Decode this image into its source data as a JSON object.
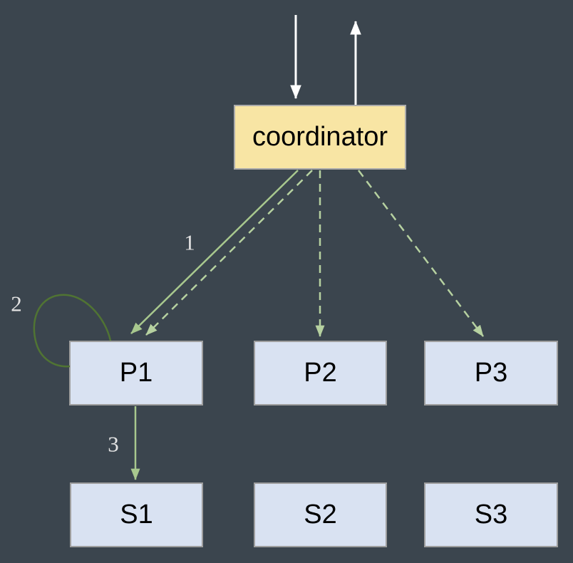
{
  "diagram": {
    "background_color": "#3B454E",
    "coordinator": {
      "label": "coordinator",
      "fill": "#F8E5A4",
      "border": "#ABABAB"
    },
    "process_nodes": [
      {
        "label": "P1"
      },
      {
        "label": "P2"
      },
      {
        "label": "P3"
      }
    ],
    "storage_nodes": [
      {
        "label": "S1"
      },
      {
        "label": "S2"
      },
      {
        "label": "S3"
      }
    ],
    "node_style": {
      "fill": "#D9E2F2",
      "border": "#9E9E9E",
      "text_color": "#000000"
    },
    "edges": {
      "step_labels": {
        "one": "1",
        "two": "2",
        "three": "3"
      },
      "solid_green": "#A8C88E",
      "dashed_green": "#B6D1A0",
      "loop_green": "#507433",
      "io_arrow_white": "#FFFFFF",
      "label_color": "#E4E4E4"
    }
  }
}
